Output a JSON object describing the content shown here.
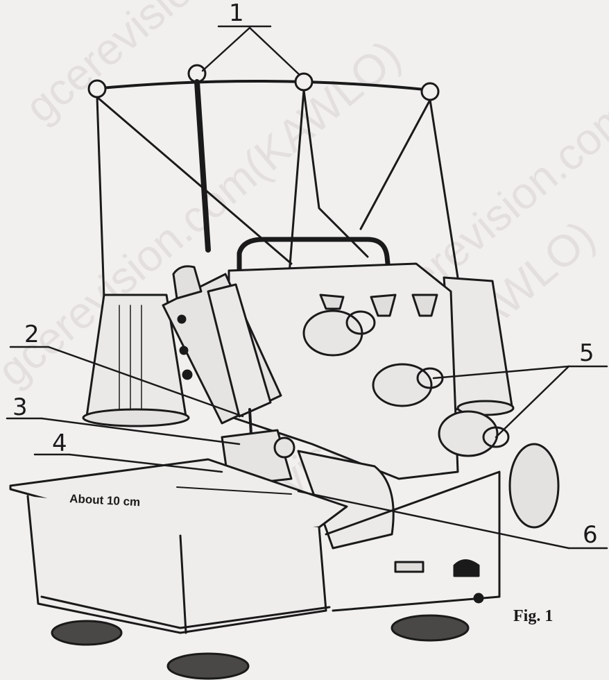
{
  "diagram": {
    "callouts": [
      {
        "id": "1",
        "text": "1"
      },
      {
        "id": "2",
        "text": "2"
      },
      {
        "id": "3",
        "text": "3"
      },
      {
        "id": "4",
        "text": "4"
      },
      {
        "id": "5",
        "text": "5"
      },
      {
        "id": "6",
        "text": "6"
      }
    ],
    "measure_text": "About 10 cm",
    "figure_caption": "Fig. 1",
    "watermark": "gcerevision.com(KAWLO)"
  },
  "colors": {
    "ink": "#1a1a1a",
    "paper": "#f2f0ee",
    "watermark": "#cfcccc"
  }
}
